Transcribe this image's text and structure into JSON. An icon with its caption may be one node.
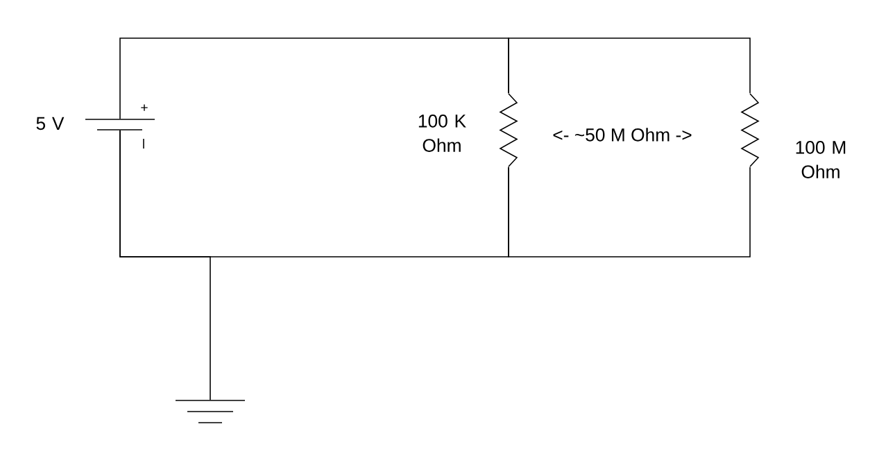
{
  "diagram": {
    "nodes": [
      {
        "text": [],
        "shape": "battery",
        "beside": [
          "5 V"
        ]
      },
      {
        "text": [],
        "shape": "resistor",
        "beside": [
          "100 K Ohm"
        ]
      },
      {
        "text": [],
        "shape": "resistor",
        "beside": [
          "100 M Ohm"
        ]
      },
      {
        "text": [],
        "shape": "ground"
      }
    ],
    "edges": [
      {
        "from": 0,
        "to": 1,
        "arrow": "none"
      },
      {
        "from": 1,
        "to": 2,
        "arrow": "none"
      },
      {
        "from": 1,
        "to": 2,
        "arrow": "none"
      },
      {
        "from": 0,
        "to": 1,
        "arrow": "none"
      },
      {
        "from": 3,
        "to": 0,
        "arrow": "none"
      }
    ],
    "labels": [
      "+",
      "<- ~50 M Ohm ->"
    ]
  }
}
